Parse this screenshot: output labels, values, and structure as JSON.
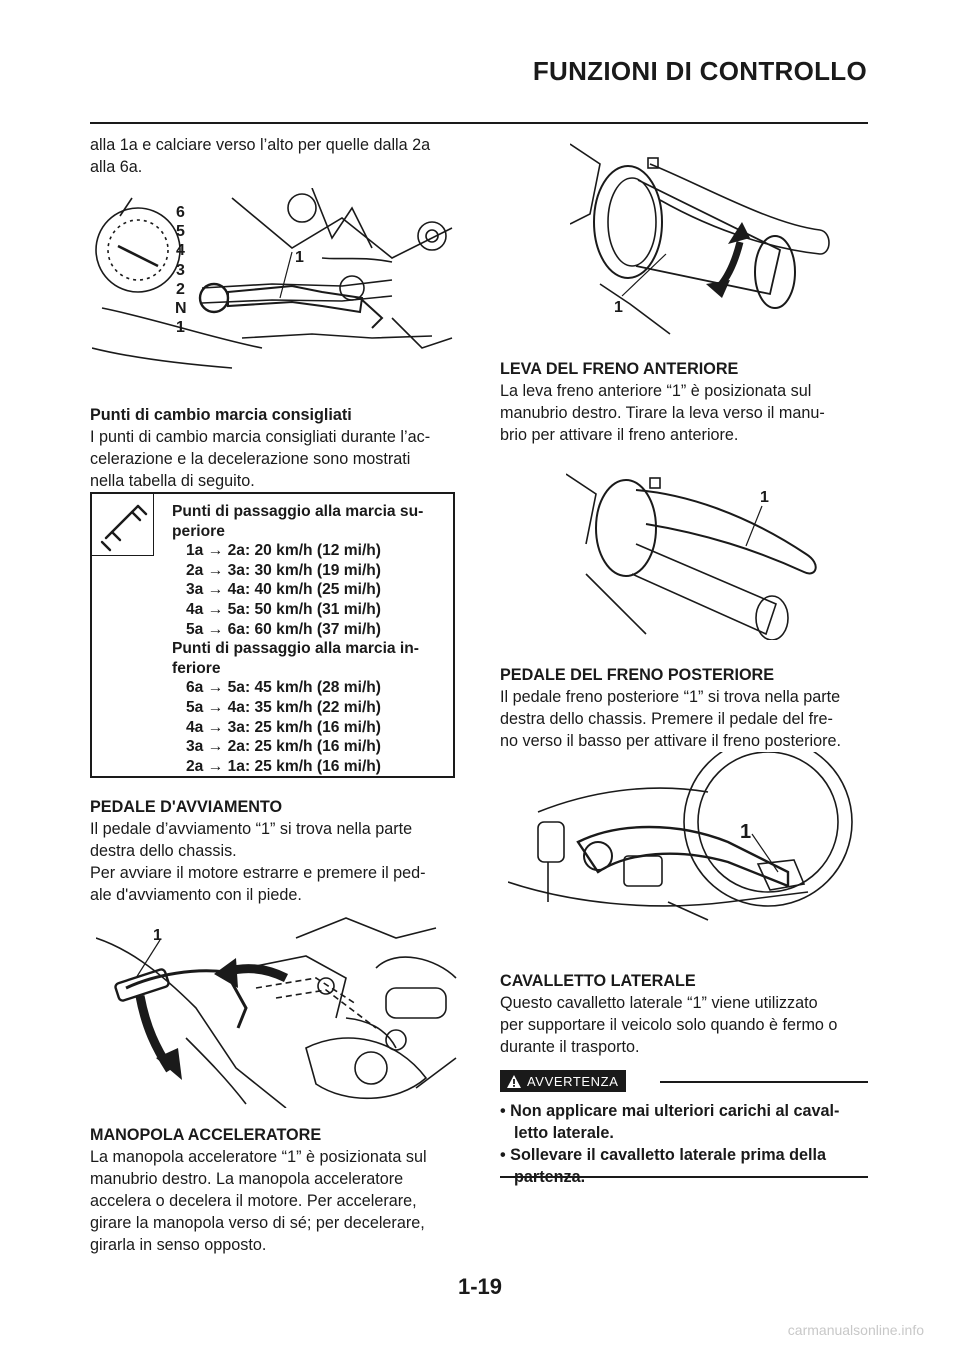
{
  "header": {
    "title": "FUNZIONI DI CONTROLLO"
  },
  "left": {
    "intro_lines": [
      "alla 1a e calciare verso l’alto per quelle dalla 2a",
      "alla 6a."
    ],
    "gear_labels": [
      "6",
      "5",
      "4",
      "3",
      "2",
      "N",
      "1"
    ],
    "fig1_callout": "1",
    "shift_points": {
      "heading": "Punti di cambio marcia consigliati",
      "lines": [
        "I punti di cambio marcia consigliati durante l’ac-",
        "celerazione e la decelerazione sono mostrati",
        "nella tabella di seguito."
      ]
    },
    "spec": {
      "up_title_lines": [
        "Punti di passaggio alla marcia su-",
        "periore"
      ],
      "up_rows": [
        "1a → 2a: 20 km/h (12 mi/h)",
        "2a → 3a: 30 km/h (19 mi/h)",
        "3a → 4a: 40 km/h (25 mi/h)",
        "4a → 5a: 50 km/h (31 mi/h)",
        "5a → 6a: 60 km/h (37 mi/h)"
      ],
      "down_title_lines": [
        "Punti di passaggio alla marcia in-",
        "feriore"
      ],
      "down_rows": [
        "6a → 5a: 45 km/h (28 mi/h)",
        "5a → 4a: 35 km/h (22 mi/h)",
        "4a → 3a: 25 km/h (16 mi/h)",
        "3a → 2a: 25 km/h (16 mi/h)",
        "2a → 1a: 25 km/h (16 mi/h)"
      ]
    },
    "kickstarter": {
      "heading": "PEDALE D'AVVIAMENTO",
      "lines": [
        "Il pedale d’avviamento “1” si trova nella parte",
        "destra dello chassis.",
        "Per avviare il motore estrarre e premere il ped-",
        "ale d'avviamento con il piede."
      ],
      "callout": "1"
    },
    "throttle": {
      "heading": "MANOPOLA ACCELERATORE",
      "lines": [
        "La manopola acceleratore “1” è posizionata sul",
        "manubrio destro. La manopola acceleratore",
        "accelera o decelera il motore. Per accelerare,",
        "girare la manopola verso di sé; per decelerare,",
        "girarla in senso opposto."
      ]
    }
  },
  "right": {
    "throttle_fig_callout": "1",
    "front_brake": {
      "heading": "LEVA DEL FRENO ANTERIORE",
      "lines": [
        "La leva freno anteriore “1” è posizionata sul",
        "manubrio destro. Tirare la leva verso il manu-",
        "brio per attivare il freno anteriore."
      ],
      "callout": "1"
    },
    "rear_brake": {
      "heading": "PEDALE DEL FRENO POSTERIORE",
      "lines": [
        "Il pedale freno posteriore “1” si trova nella parte",
        "destra dello chassis. Premere il pedale del fre-",
        "no verso il basso per attivare il freno posteriore."
      ],
      "callout": "1"
    },
    "sidestand": {
      "heading": "CAVALLETTO LATERALE",
      "lines": [
        "Questo cavalletto laterale “1” viene utilizzato",
        "per supportare il veicolo solo quando è fermo o",
        "durante il trasporto."
      ]
    },
    "warning": {
      "badge": "AVVERTENZA",
      "items": [
        "• Non applicare mai ulteriori carichi al caval-letto laterale.",
        "• Sollevare il cavalletto laterale prima della partenza."
      ]
    }
  },
  "footer": {
    "page_number": "1-19",
    "watermark": "carmanualsonline.info"
  }
}
